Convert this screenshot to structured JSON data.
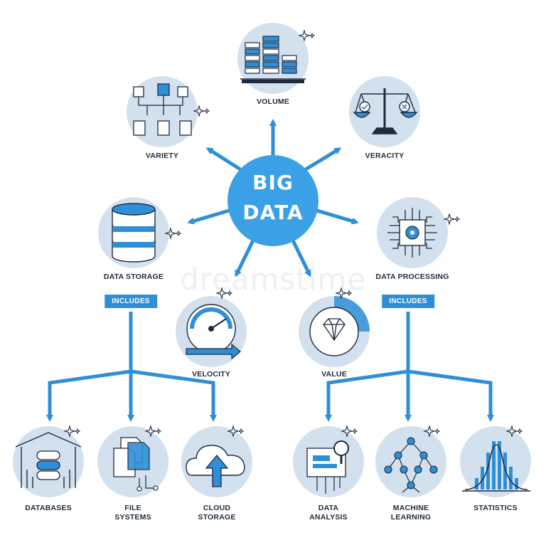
{
  "center": {
    "line1": "BIG",
    "line2": "DATA"
  },
  "attributes": {
    "volume": "VOLUME",
    "variety": "VARIETY",
    "veracity": "VERACITY",
    "velocity": "VELOCITY",
    "value": "VALUE"
  },
  "storage": {
    "title": "DATA STORAGE",
    "includes": "INCLUDES",
    "items": [
      {
        "line1": "DATABASES",
        "line2": ""
      },
      {
        "line1": "FILE",
        "line2": "SYSTEMS"
      },
      {
        "line1": "CLOUD",
        "line2": "STORAGE"
      }
    ]
  },
  "processing": {
    "title": "DATA PROCESSING",
    "includes": "INCLUDES",
    "items": [
      {
        "line1": "DATA",
        "line2": "ANALYSIS"
      },
      {
        "line1": "MACHINE",
        "line2": "LEARNING"
      },
      {
        "line1": "STATISTICS",
        "line2": ""
      }
    ]
  },
  "watermark": "dreamstime",
  "colors": {
    "accent": "#2f8fd6",
    "center": "#3ba0e6",
    "circle_fill": "#d3e1ee",
    "outline": "#1f2a3d"
  },
  "icons": {
    "volume": "stacked-bars-icon",
    "variety": "cubes-tree-icon",
    "veracity": "balance-scale-icon",
    "data_storage": "database-cylinder-icon",
    "data_processing": "cpu-chip-icon",
    "velocity": "speedometer-icon",
    "value": "diamond-icon",
    "databases": "server-warehouse-icon",
    "file_systems": "folders-icon",
    "cloud_storage": "cloud-upload-icon",
    "data_analysis": "magnifier-chart-icon",
    "machine_learning": "neural-tree-icon",
    "statistics": "bell-curve-icon"
  }
}
